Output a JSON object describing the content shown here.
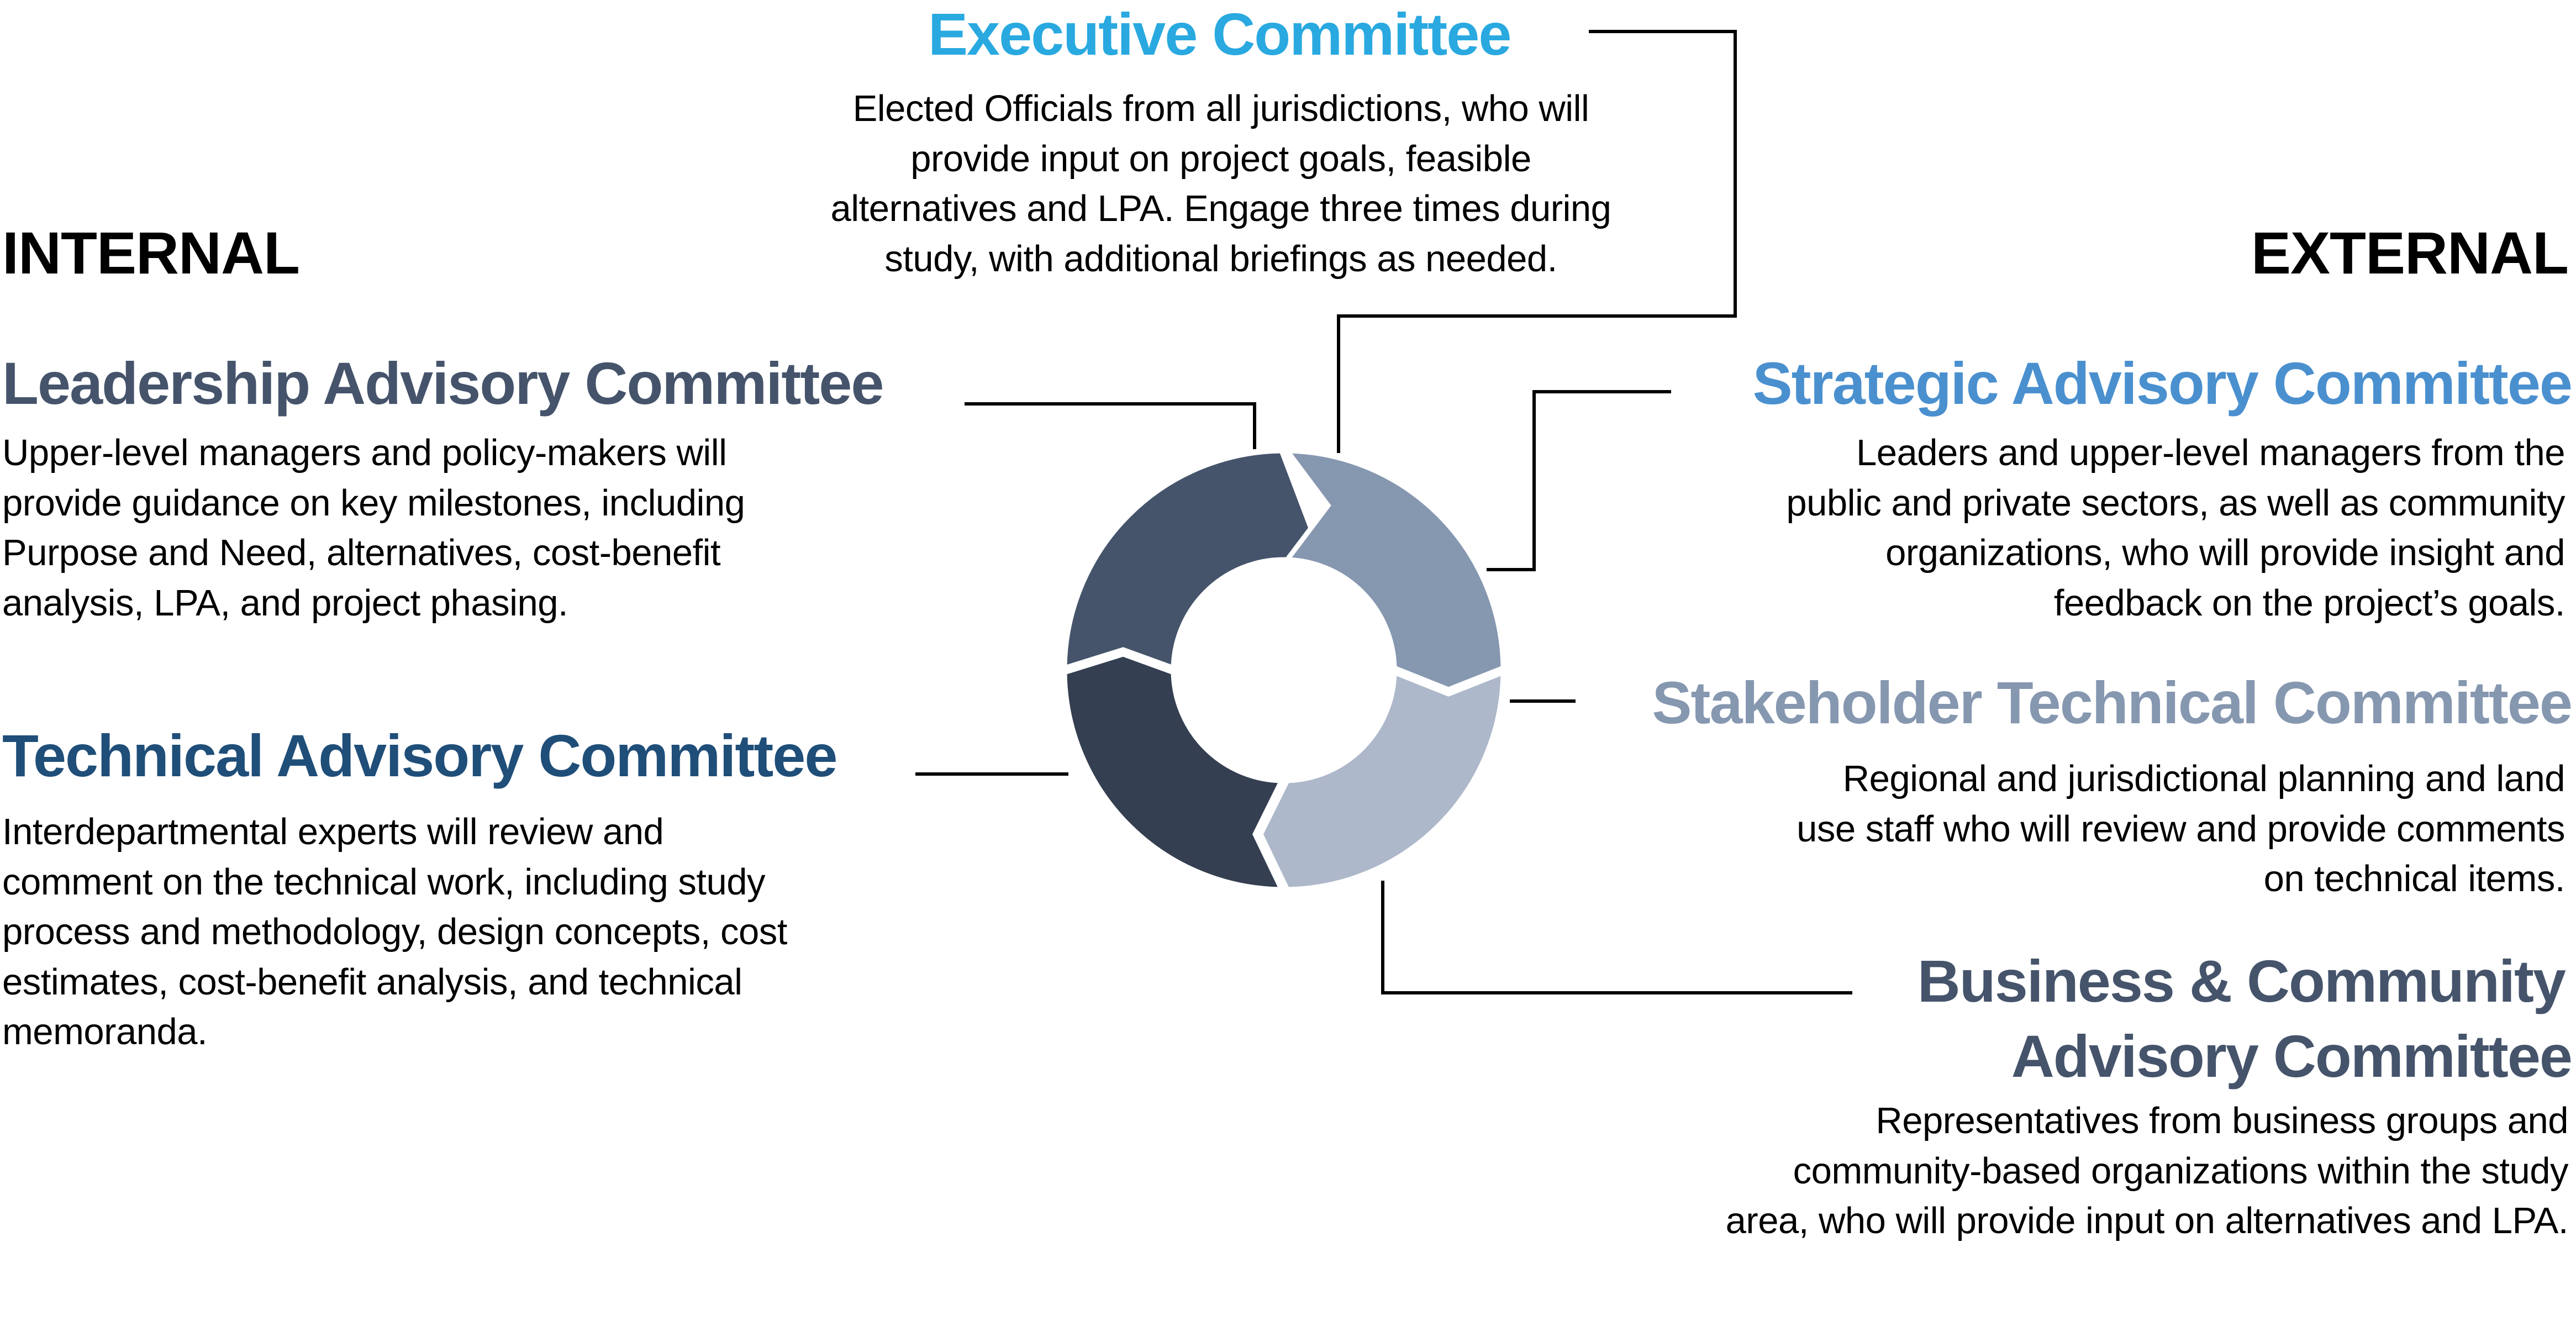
{
  "labels": {
    "internal": "INTERNAL",
    "external": "EXTERNAL"
  },
  "colors": {
    "executive": "#29A9E0",
    "leadership": "#45546B",
    "technical": "#1F4E79",
    "strategic": "#4A90CF",
    "stakeholder": "#8697B0",
    "business": "#45546B",
    "donut_top_left": "#45546B",
    "donut_top_right": "#8697B0",
    "donut_bottom_right": "#ADB8CA",
    "donut_bottom_left": "#343F51",
    "connector": "#000000"
  },
  "committees": {
    "executive": {
      "title": "Executive Committee",
      "lines": [
        "Elected Officials from all jurisdictions, who will",
        "provide input on project goals, feasible",
        "alternatives and LPA. Engage three times during",
        "study, with additional briefings as needed."
      ]
    },
    "leadership": {
      "title": "Leadership Advisory Committee",
      "lines": [
        "Upper-level managers and policy-makers will",
        "provide guidance on key milestones, including",
        "Purpose and Need, alternatives, cost-benefit",
        "analysis, LPA, and project phasing."
      ]
    },
    "technical": {
      "title": "Technical Advisory Committee",
      "lines": [
        "Interdepartmental experts will review and",
        "comment on the technical work, including study",
        "process and methodology, design concepts, cost",
        "estimates, cost-benefit analysis, and technical",
        "memoranda."
      ]
    },
    "strategic": {
      "title": "Strategic Advisory Committee",
      "lines": [
        "Leaders and upper-level managers from the",
        "public and private sectors, as well as community",
        "organizations, who will provide insight and",
        "feedback on the project’s goals."
      ]
    },
    "stakeholder": {
      "title": "Stakeholder Technical Committee",
      "lines": [
        "Regional and jurisdictional planning and land",
        "use staff who will review and provide comments",
        "on technical items."
      ]
    },
    "business": {
      "title_line1": "Business & Community",
      "title_line2": "Advisory Committee",
      "lines": [
        "Representatives from business groups and",
        "community-based organizations within the study",
        "area, who will provide input on alternatives and LPA."
      ]
    }
  }
}
